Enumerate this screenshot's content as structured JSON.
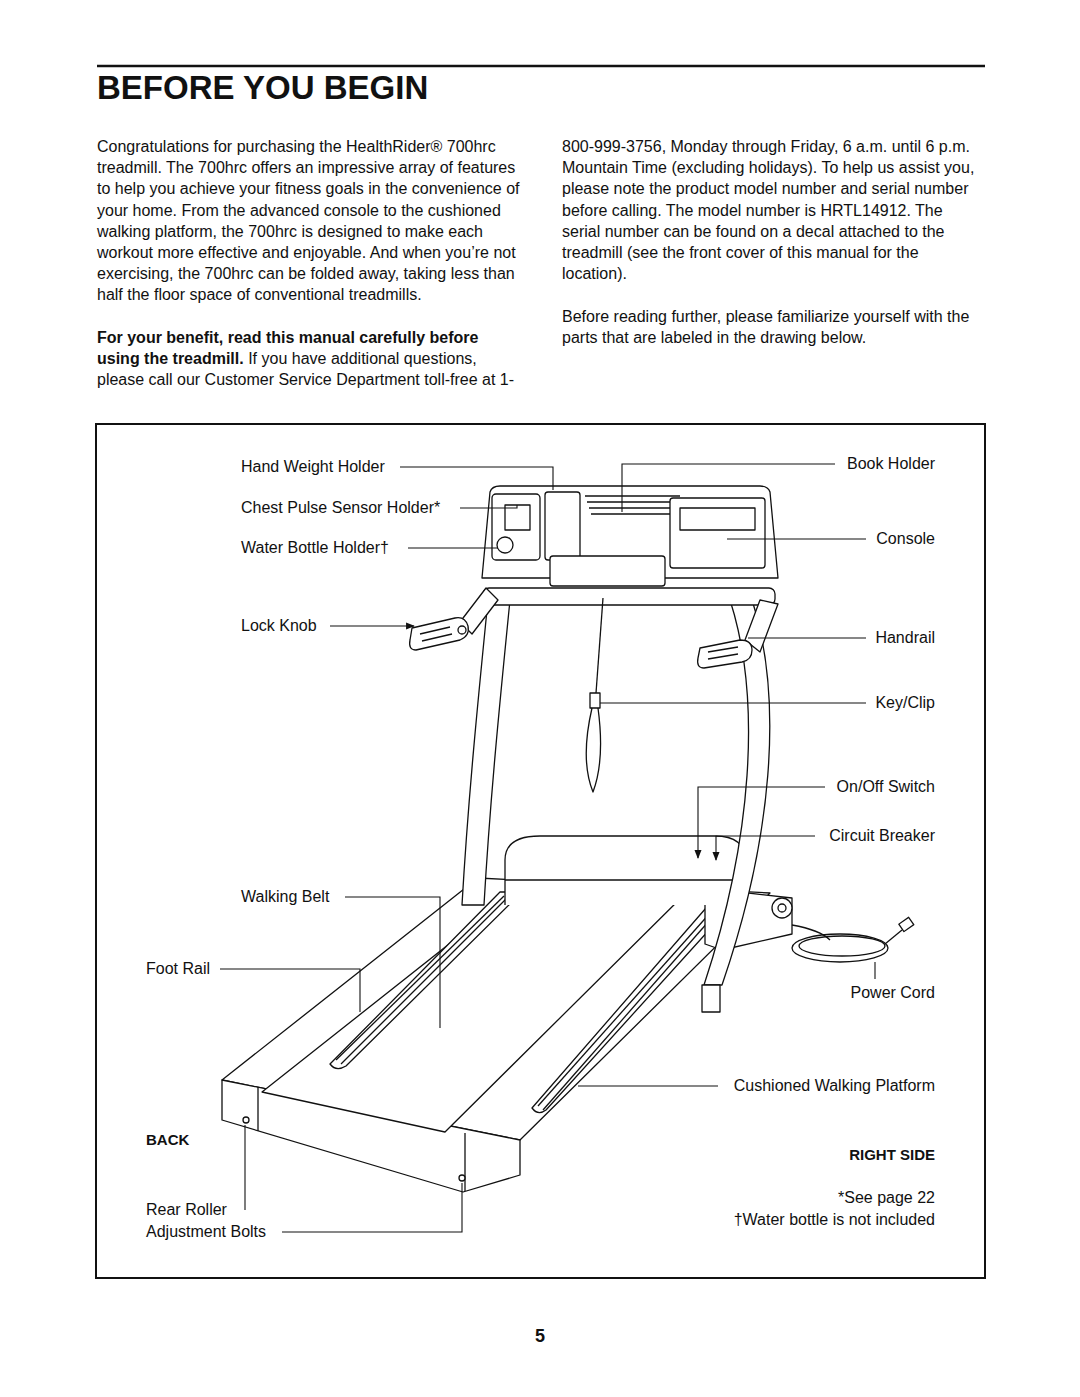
{
  "diagram": {
    "title": "BEFORE YOU BEGIN",
    "labels": [
      "Congratulations for purchasing the HealthRider® 700hrc treadmill. The 700hrc offers an impressive array of features to help you achieve your fitness goals in the convenience of your home. From the advanced console to the cushioned walking platform, the 700hrc is designed to make each workout more effective and enjoyable. And when you’re not exercising, the 700hrc can be folded away, taking less than half the floor space of conventional treadmills.",
      "For your benefit, read this manual carefully before using the treadmill.",
      "If you have additional questions, please call our Customer Service Department toll-free at 1-800-999-3756, Monday through Friday, 6 a.m. until 6 p.m. Mountain Time (excluding holidays). To help us assist you, please note the product model number and serial number before calling. The model number is HRTL14912. The serial number can be found on a decal attached to the treadmill (see the front cover of this manual for the location).",
      "Before reading further, please familiarize yourself with the parts that are labeled in the drawing below.",
      "Hand Weight Holder",
      "Chest Pulse Sensor Holder*",
      "Water Bottle Holder†",
      "Lock Knob",
      "Walking Belt",
      "Foot Rail",
      "BACK",
      "Rear Roller Adjustment Bolts",
      "Book Holder",
      "Console",
      "Handrail",
      "Key/Clip",
      "On/Off Switch",
      "Circuit Breaker",
      "Power Cord",
      "Cushioned Walking Platform",
      "RIGHT SIDE",
      "*See page 22",
      "†Water bottle is not included",
      "5"
    ]
  }
}
